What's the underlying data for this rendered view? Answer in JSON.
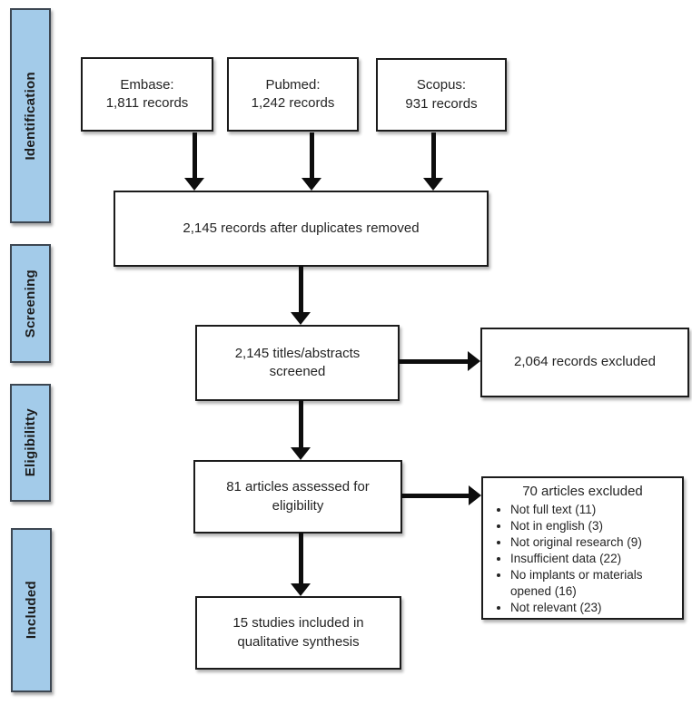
{
  "colors": {
    "sidebar_fill": "#a3cbe9",
    "box_fill": "#ffffff",
    "box_border": "#1b1b1b",
    "arrow": "#0d0d0d"
  },
  "sidebar": {
    "stages": [
      {
        "label": "Identification"
      },
      {
        "label": "Screening"
      },
      {
        "label": "Eligibilitty"
      },
      {
        "label": "Included"
      }
    ]
  },
  "boxes": {
    "embase": {
      "line1": "Embase:",
      "line2": "1,811 records"
    },
    "pubmed": {
      "line1": "Pubmed:",
      "line2": "1,242 records"
    },
    "scopus": {
      "line1": "Scopus:",
      "line2": "931 records"
    },
    "duplicates_removed": {
      "line1": "2,145 records after duplicates removed"
    },
    "screened": {
      "line1": "2,145 titles/abstracts",
      "line2": "screened"
    },
    "records_excluded": {
      "line1": "2,064 records excluded"
    },
    "assessed": {
      "line1": "81 articles assessed for",
      "line2": "eligibility"
    },
    "articles_excluded": {
      "title": "70 articles excluded",
      "items": [
        "Not full text (11)",
        "Not in english (3)",
        "Not original research (9)",
        "Insufficient data (22)",
        "No implants or materials opened (16)",
        "Not relevant (23)"
      ]
    },
    "included_synthesis": {
      "line1": "15 studies included in",
      "line2": "qualitative synthesis"
    }
  }
}
